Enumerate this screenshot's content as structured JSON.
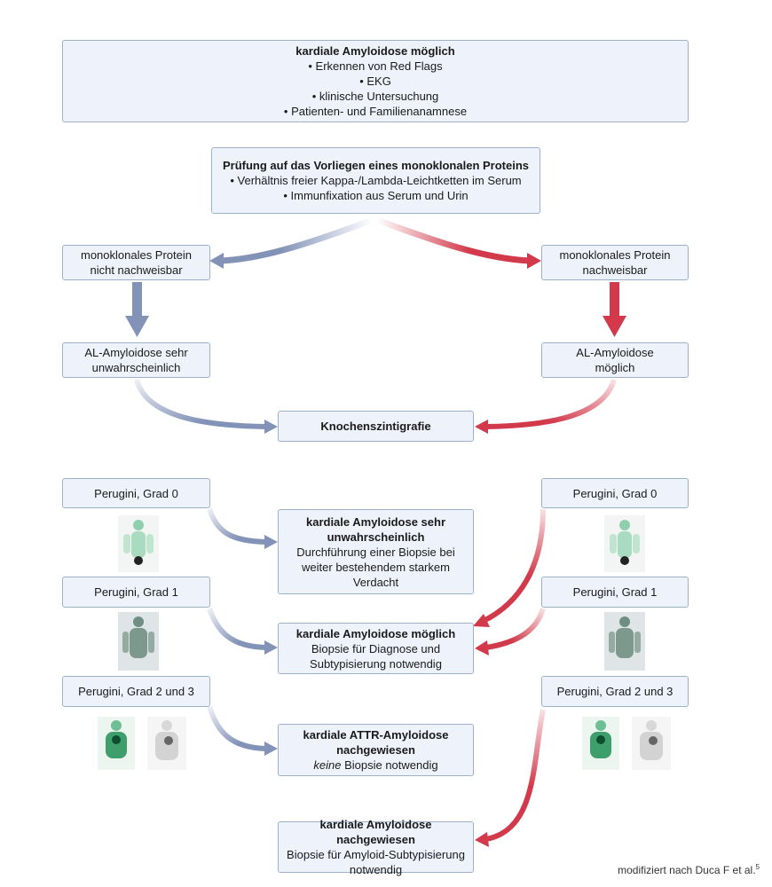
{
  "top": {
    "title": "kardiale Amyloidose möglich",
    "items": [
      "• Erkennen von Red Flags",
      "• EKG",
      "• klinische Untersuchung",
      "• Patienten- und Familienanamnese"
    ]
  },
  "protein_test": {
    "title": "Prüfung auf das Vorliegen eines monoklonalen Proteins",
    "items": [
      "• Verhältnis freier Kappa-/Lambda-Leichtketten im Serum",
      "• Immunfixation aus Serum und Urin"
    ]
  },
  "left_branch": {
    "protein": [
      "monoklonales Protein",
      "nicht nachweisbar"
    ],
    "al": [
      "AL-Amyloidose sehr",
      "unwahrscheinlich"
    ]
  },
  "right_branch": {
    "protein": [
      "monoklonales Protein",
      "nachweisbar"
    ],
    "al": [
      "AL-Amyloidose",
      "möglich"
    ]
  },
  "scan": {
    "label": "Knochenszintigrafie"
  },
  "perugini": {
    "grade0": "Perugini, Grad 0",
    "grade1": "Perugini, Grad 1",
    "grade23": "Perugini, Grad 2 und 3"
  },
  "results": {
    "unlikely": {
      "title": [
        "kardiale Amyloidose sehr",
        "unwahrscheinlich"
      ],
      "text": [
        "Durchführung einer Biopsie bei",
        "weiter bestehendem starkem",
        "Verdacht"
      ]
    },
    "possible": {
      "title": "kardiale Amyloidose möglich",
      "text": [
        "Biopsie für Diagnose und",
        "Subtypisierung notwendig"
      ]
    },
    "attr": {
      "title": [
        "kardiale ATTR-Amyloidose",
        "nachgewiesen"
      ],
      "text_italic": "keine",
      "text_rest": " Biopsie notwendig"
    },
    "proven": {
      "title": "kardiale Amyloidose nachgewiesen",
      "text": [
        "Biopsie für Amyloid-Subtypisierung",
        "notwendig"
      ]
    }
  },
  "footnote": {
    "text": "modifiziert nach Duca F et al.",
    "ref": "5"
  },
  "colors": {
    "blue_arrow": "#8393b8",
    "red_arrow": "#d23a4b",
    "box_fill": "#eef3fb",
    "box_border": "#9bb1cc"
  }
}
